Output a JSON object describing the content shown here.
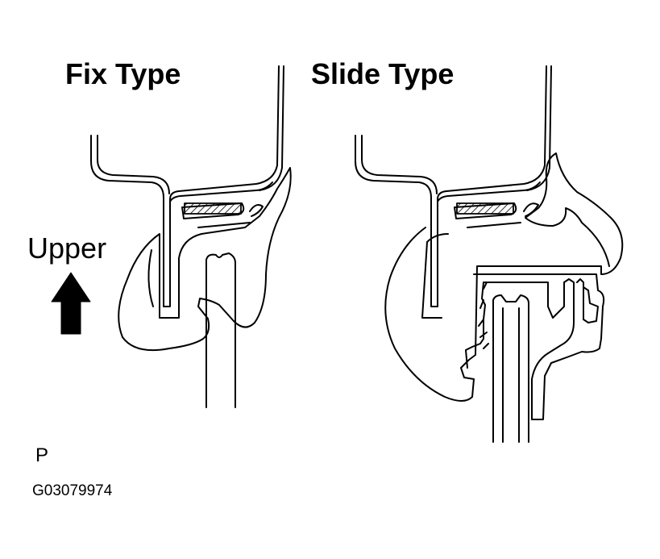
{
  "titles": {
    "fix": "Fix Type",
    "slide": "Slide Type"
  },
  "direction_label": "Upper",
  "view_letter": "P",
  "figure_code": "G03079974",
  "icons": {
    "arrow": "up-arrow-icon"
  },
  "colors": {
    "ink": "#000000",
    "paper": "#ffffff"
  }
}
